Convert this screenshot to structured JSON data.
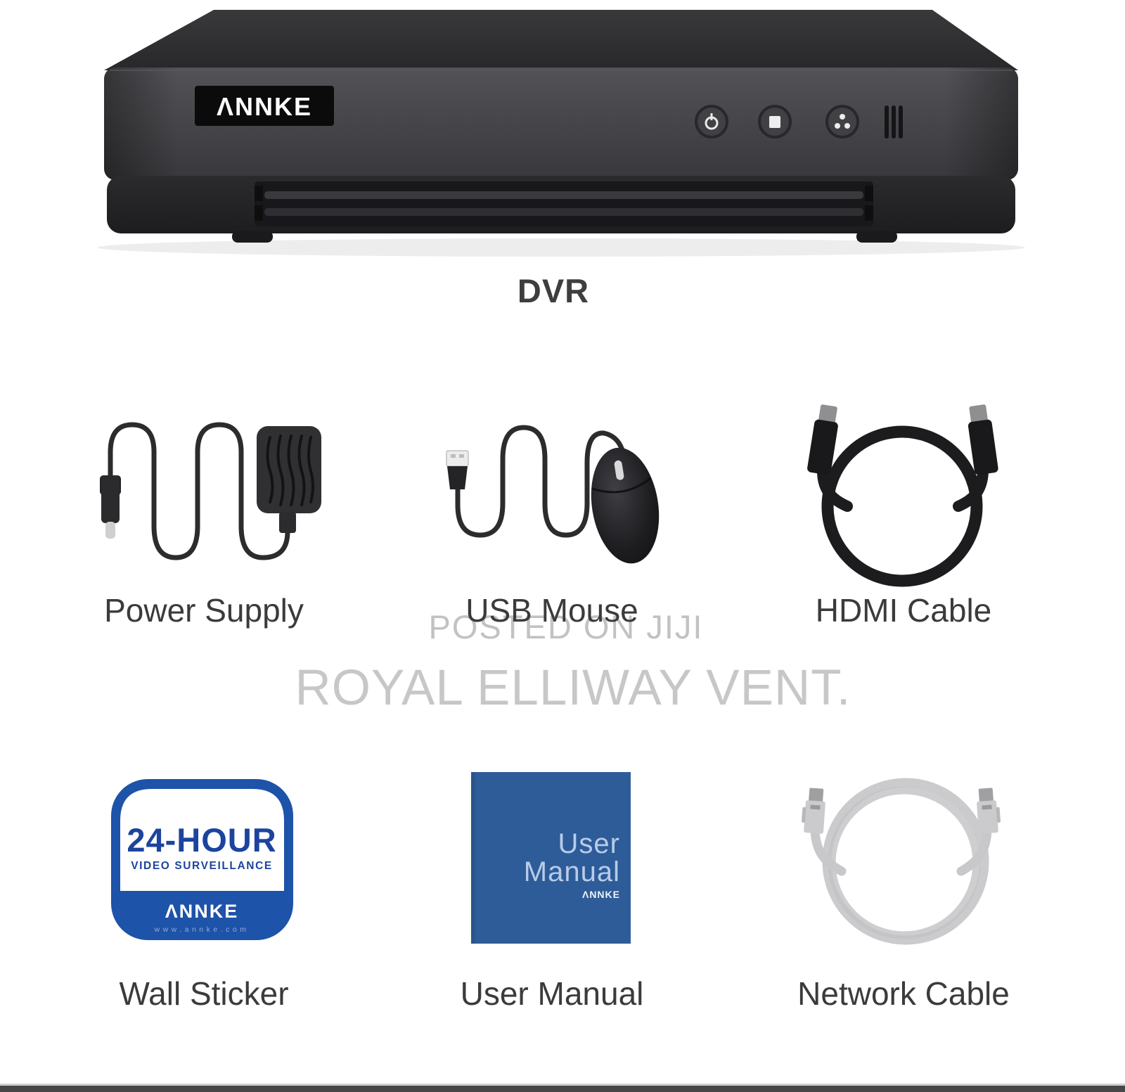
{
  "device": {
    "brand_logo": "ΛNNKE",
    "caption": "DVR",
    "button_icons": [
      "power-icon",
      "stop-icon",
      "network-icon",
      "speaker-grille-icon"
    ]
  },
  "watermark": {
    "line1": "POSTED ON JIJI",
    "line2": "ROYAL ELLIWAY VENT."
  },
  "items": [
    {
      "label": "Power Supply",
      "icon": "power-supply-icon"
    },
    {
      "label": "USB Mouse",
      "icon": "usb-mouse-icon"
    },
    {
      "label": "HDMI Cable",
      "icon": "hdmi-cable-icon"
    },
    {
      "label": "Wall Sticker",
      "icon": "wall-sticker-icon"
    },
    {
      "label": "User Manual",
      "icon": "user-manual-icon"
    },
    {
      "label": "Network Cable",
      "icon": "network-cable-icon"
    }
  ],
  "wall_sticker": {
    "headline": "24-HOUR",
    "subline": "VIDEO SURVEILLANCE",
    "brand": "ΛNNKE",
    "url": "www.annke.com"
  },
  "user_manual": {
    "line1": "User",
    "line2": "Manual",
    "brand": "ΛNNKE"
  },
  "colors": {
    "sticker_blue": "#1d53a8",
    "sticker_text_blue": "#1c449e",
    "manual_blue": "#2e5c99",
    "label_gray": "#3b3b3b",
    "watermark_gray": "#c5c5c5",
    "device_body": "#45454a",
    "device_base": "#222224"
  }
}
